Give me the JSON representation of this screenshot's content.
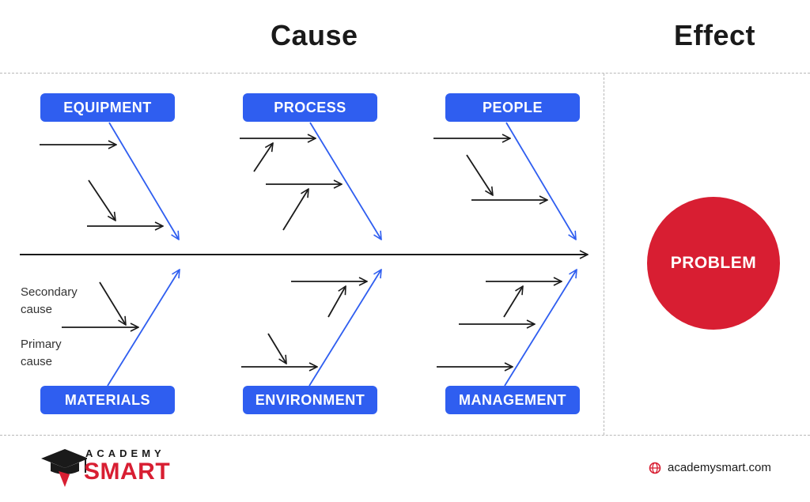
{
  "headings": {
    "cause": "Cause",
    "effect": "Effect"
  },
  "categories": {
    "equipment": "EQUIPMENT",
    "process": "PROCESS",
    "people": "PEOPLE",
    "materials": "MATERIALS",
    "environment": "ENVIRONMENT",
    "management": "MANAGEMENT"
  },
  "legend": {
    "secondary": "Secondary cause",
    "primary": "Primary cause"
  },
  "effect": "PROBLEM",
  "logo": {
    "top": "ACADEMY",
    "bottom": "SMART"
  },
  "website": "academysmart.com",
  "colors": {
    "category_blue": "#2f5ef0",
    "problem_red": "#d81e32",
    "arrow_black": "#1a1a1a"
  },
  "icons": [
    "graduation-cap-icon",
    "globe-icon"
  ]
}
